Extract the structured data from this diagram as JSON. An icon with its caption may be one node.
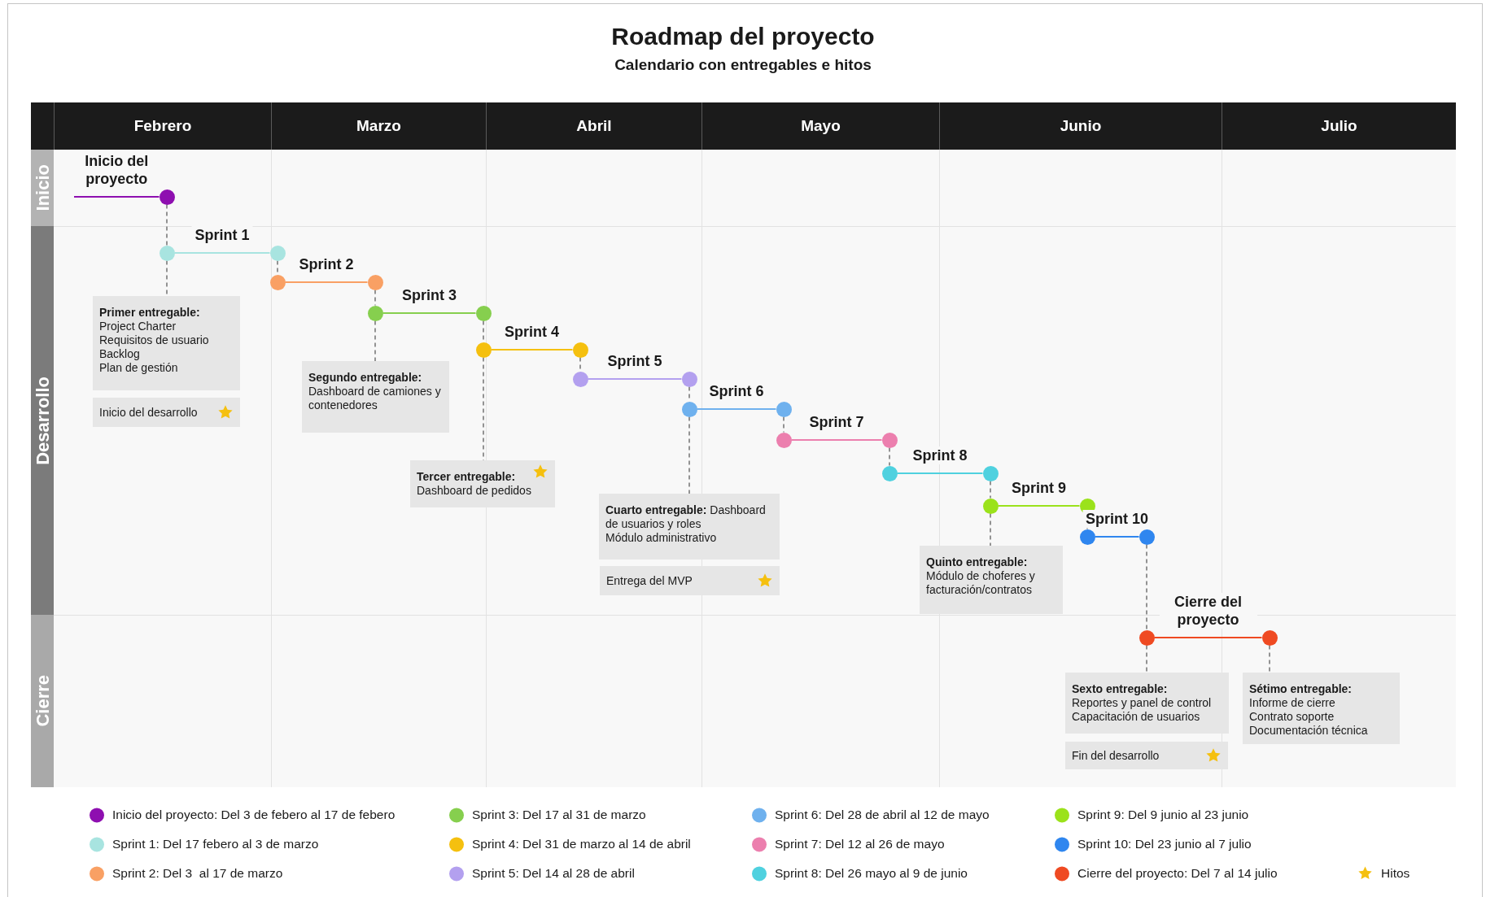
{
  "diagram": {
    "title": "Roadmap del proyecto",
    "nodes": [
      {
        "text": [
          "Febrero"
        ]
      },
      {
        "text": [
          "Marzo"
        ]
      },
      {
        "text": [
          "Abril"
        ]
      },
      {
        "text": [
          "Mayo"
        ]
      },
      {
        "text": [
          "Junio"
        ]
      },
      {
        "text": [
          "Julio"
        ]
      },
      {
        "text": [
          "Inicio"
        ]
      },
      {
        "text": [
          "Desarrollo"
        ]
      },
      {
        "text": [
          "Cierre"
        ]
      },
      {
        "text": [],
        "shape": "circle"
      },
      {
        "text": [],
        "shape": "circle"
      },
      {
        "text": [],
        "shape": "circle"
      },
      {
        "text": [],
        "shape": "circle"
      },
      {
        "text": [],
        "shape": "circle"
      },
      {
        "text": [],
        "shape": "circle"
      },
      {
        "text": [],
        "shape": "circle"
      },
      {
        "text": [],
        "shape": "circle"
      },
      {
        "text": [],
        "shape": "circle"
      },
      {
        "text": [],
        "shape": "circle"
      },
      {
        "text": [],
        "shape": "circle"
      },
      {
        "text": [],
        "shape": "circle"
      },
      {
        "text": [],
        "shape": "circle"
      },
      {
        "text": [],
        "shape": "circle"
      },
      {
        "text": [],
        "shape": "circle"
      },
      {
        "text": [],
        "shape": "circle"
      },
      {
        "text": [],
        "shape": "circle"
      },
      {
        "text": [],
        "shape": "circle"
      },
      {
        "text": [],
        "shape": "circle"
      },
      {
        "text": [],
        "shape": "circle"
      },
      {
        "text": [],
        "shape": "circle"
      },
      {
        "text": [],
        "shape": "circle"
      },
      {
        "text": [],
        "shape": "circle"
      },
      {
        "text": [
          "Primer entregable:",
          "Project Charter",
          "Requisitos de usuario",
          "Backlog",
          "Plan de gestión"
        ]
      },
      {
        "text": [
          "Inicio del desarrollo"
        ]
      },
      {
        "text": [
          "Segundo entregable:",
          "Dashboard de camiones y contenedores"
        ]
      },
      {
        "text": [
          "Tercer entregable:",
          "Dashboard de pedidos"
        ]
      },
      {
        "text": [
          "**Cuarto entregable:** Dashboard de usuarios y roles",
          "Módulo administrativo"
        ]
      },
      {
        "text": [
          "Entrega del MVP"
        ]
      },
      {
        "text": [
          "Quinto entregable:",
          "Módulo de choferes y facturación/contratos"
        ]
      },
      {
        "text": [
          "Sexto entregable:",
          "Reportes y panel de control",
          "Capacitación de usuarios"
        ]
      },
      {
        "text": [
          "Fin del desarrollo"
        ]
      },
      {
        "text": [
          "Sétimo entregable:",
          "Informe de cierre",
          "Contrato soporte",
          "Documentación técnica"
        ]
      }
    ],
    "edges": [
      {
        "from": null,
        "to": 9,
        "arrow": "none",
        "label": "Inicio del proyecto",
        "color": "#8e0fb0"
      },
      {
        "from": 10,
        "to": 11,
        "arrow": "none",
        "label": "Sprint 1",
        "color": "#a8e4e0"
      },
      {
        "from": 12,
        "to": 13,
        "arrow": "none",
        "label": "Sprint 2",
        "color": "#f9a064"
      },
      {
        "from": 14,
        "to": 15,
        "arrow": "none",
        "label": "Sprint 3",
        "color": "#86cf4e"
      },
      {
        "from": 16,
        "to": 17,
        "arrow": "none",
        "label": "Sprint 4",
        "color": "#f5c00f"
      },
      {
        "from": 18,
        "to": 19,
        "arrow": "none",
        "label": "Sprint 5",
        "color": "#b3a0ef"
      },
      {
        "from": 20,
        "to": 21,
        "arrow": "none",
        "label": "Sprint 6",
        "color": "#6fb1ee"
      },
      {
        "from": 22,
        "to": 23,
        "arrow": "none",
        "label": "Sprint 7",
        "color": "#ec7fae"
      },
      {
        "from": 24,
        "to": 25,
        "arrow": "none",
        "label": "Sprint 8",
        "color": "#4fd1df"
      },
      {
        "from": 26,
        "to": 27,
        "arrow": "none",
        "label": "Sprint 9",
        "color": "#9be21b"
      },
      {
        "from": 28,
        "to": 29,
        "arrow": "none",
        "label": "Sprint 10",
        "color": "#2f86ef"
      },
      {
        "from": 30,
        "to": 31,
        "arrow": "none",
        "label": "Cierre del proyecto",
        "color": "#ef4a22"
      },
      {
        "from": 9,
        "to": 10,
        "arrow": "none",
        "style": "dashed"
      },
      {
        "from": 11,
        "to": 12,
        "arrow": "none",
        "style": "dashed"
      },
      {
        "from": 13,
        "to": 14,
        "arrow": "none",
        "style": "dashed"
      },
      {
        "from": 15,
        "to": 16,
        "arrow": "none",
        "style": "dashed"
      },
      {
        "from": 17,
        "to": 18,
        "arrow": "none",
        "style": "dashed"
      },
      {
        "from": 19,
        "to": 20,
        "arrow": "none",
        "style": "dashed"
      },
      {
        "from": 21,
        "to": 22,
        "arrow": "none",
        "style": "dashed"
      },
      {
        "from": 23,
        "to": 24,
        "arrow": "none",
        "style": "dashed"
      },
      {
        "from": 25,
        "to": 26,
        "arrow": "none",
        "style": "dashed"
      },
      {
        "from": 27,
        "to": 28,
        "arrow": "none",
        "style": "dashed"
      },
      {
        "from": 29,
        "to": 30,
        "arrow": "none",
        "style": "dashed"
      },
      {
        "from": 10,
        "to": 32,
        "arrow": "none",
        "style": "dashed"
      },
      {
        "from": 14,
        "to": 34,
        "arrow": "none",
        "style": "dashed"
      },
      {
        "from": 16,
        "to": 35,
        "arrow": "none",
        "style": "dashed"
      },
      {
        "from": 20,
        "to": 36,
        "arrow": "none",
        "style": "dashed"
      },
      {
        "from": 26,
        "to": 38,
        "arrow": "none",
        "style": "dashed"
      },
      {
        "from": 30,
        "to": 39,
        "arrow": "none",
        "style": "dashed"
      },
      {
        "from": 31,
        "to": 41,
        "arrow": "none",
        "style": "dashed"
      }
    ],
    "labels": [
      "Calendario con entregables e hitos"
    ],
    "legend": [
      {
        "text": "Inicio del proyecto: Del 3 de febero al 17 de febero",
        "color": "#8e0fb0"
      },
      {
        "text": "Sprint 1: Del 17 febero al 3 de marzo",
        "color": "#a8e4e0"
      },
      {
        "text": "Sprint 2: Del 3  al 17 de marzo",
        "color": "#f9a064"
      },
      {
        "text": "Sprint 3: Del 17 al 31 de marzo",
        "color": "#86cf4e"
      },
      {
        "text": "Sprint 4: Del 31 de marzo al 14 de abril",
        "color": "#f5c00f"
      },
      {
        "text": "Sprint 5: Del 14 al 28 de abril",
        "color": "#b3a0ef"
      },
      {
        "text": "Sprint 6: Del 28 de abril al 12 de mayo",
        "color": "#6fb1ee"
      },
      {
        "text": "Sprint 7: Del 12 al 26 de mayo",
        "color": "#ec7fae"
      },
      {
        "text": "Sprint 8: Del 26 mayo al 9 de junio",
        "color": "#4fd1df"
      },
      {
        "text": "Sprint 9: Del 9 junio al 23 junio",
        "color": "#9be21b"
      },
      {
        "text": "Sprint 10: Del 23 junio al 7 julio",
        "color": "#2f86ef"
      },
      {
        "text": "Cierre del proyecto: Del 7 al 14 julio",
        "color": "#ef4a22"
      },
      {
        "text": "Hitos"
      }
    ]
  }
}
